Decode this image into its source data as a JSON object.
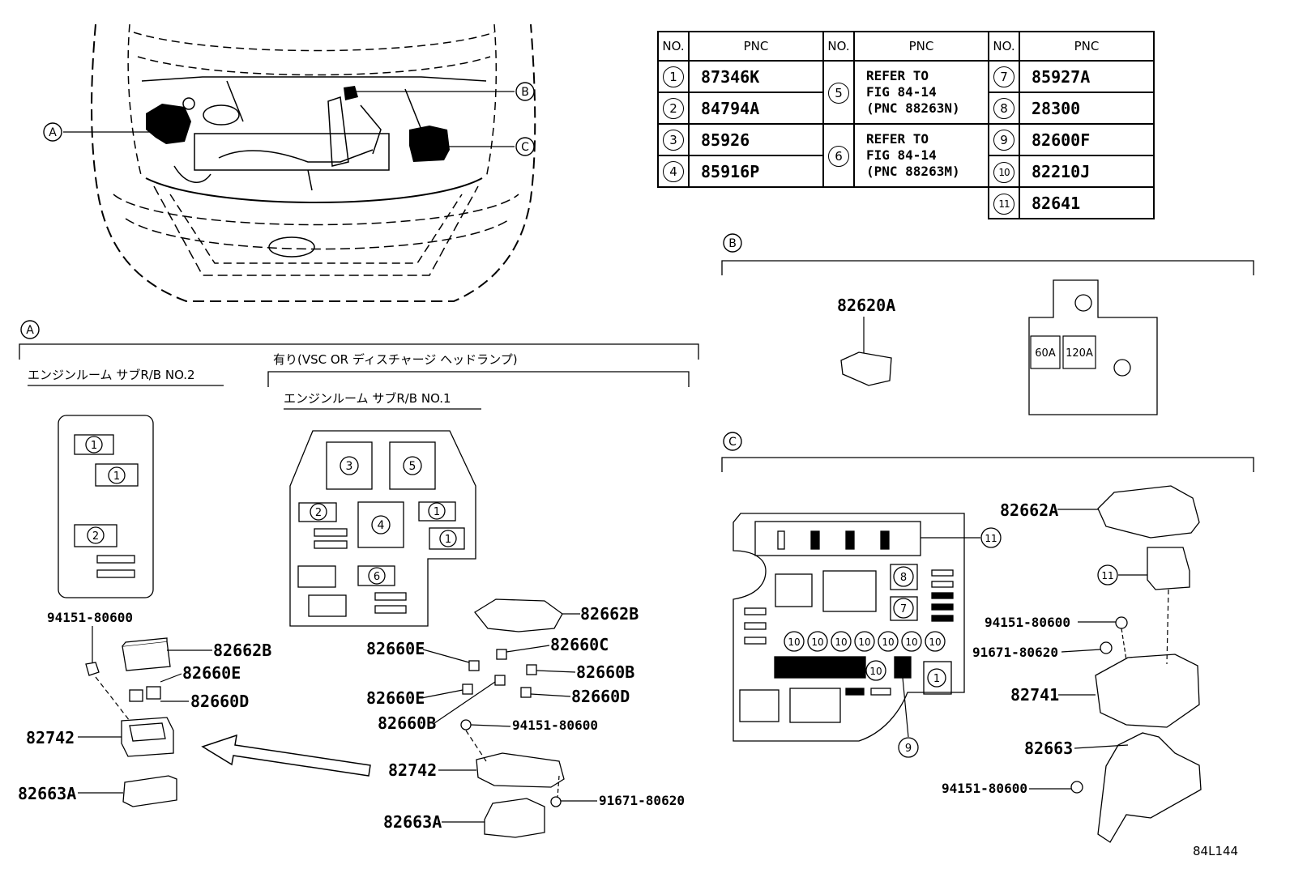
{
  "table": {
    "headers": [
      "NO.",
      "PNC",
      "NO.",
      "PNC",
      "NO.",
      "PNC"
    ],
    "col1": [
      {
        "no": "1",
        "pnc": "87346K"
      },
      {
        "no": "2",
        "pnc": "84794A"
      },
      {
        "no": "3",
        "pnc": "85926"
      },
      {
        "no": "4",
        "pnc": "85916P"
      }
    ],
    "col2": [
      {
        "no": "5",
        "lines": [
          "REFER TO",
          "FIG 84-14",
          "(PNC 88263N)"
        ]
      },
      {
        "no": "6",
        "lines": [
          "REFER TO",
          "FIG 84-14",
          "(PNC 88263M)"
        ]
      }
    ],
    "col3": [
      {
        "no": "7",
        "pnc": "85927A"
      },
      {
        "no": "8",
        "pnc": "28300"
      },
      {
        "no": "9",
        "pnc": "82600F"
      },
      {
        "no": "10",
        "pnc": "82210J"
      },
      {
        "no": "11",
        "pnc": "82641"
      }
    ]
  },
  "callouts": {
    "a": "A",
    "b": "B",
    "c": "C"
  },
  "section_a": {
    "label": "A",
    "note": "有り(VSC OR ディスチャージ ヘッドランプ)",
    "box2_title": "エンジンルーム サブR/B NO.2",
    "box1_title": "エンジンルーム サブR/B NO.1"
  },
  "section_b": {
    "label": "B",
    "part": "82620A",
    "fuse_60": "60A",
    "fuse_120": "120A"
  },
  "section_c": {
    "label": "C"
  },
  "nums": {
    "n1": "1",
    "n2": "2",
    "n3": "3",
    "n4": "4",
    "n5": "5",
    "n6": "6",
    "n7": "7",
    "n8": "8",
    "n9": "9",
    "n10": "10",
    "n11": "11"
  },
  "parts": {
    "p82662B": "82662B",
    "p82660E": "82660E",
    "p82660D": "82660D",
    "p82660C": "82660C",
    "p82660B": "82660B",
    "p82742": "82742",
    "p82663A": "82663A",
    "p94151": "94151-80600",
    "p91671": "91671-80620",
    "p82662A": "82662A",
    "p82741": "82741",
    "p82663": "82663"
  },
  "figure_id": "84L144"
}
